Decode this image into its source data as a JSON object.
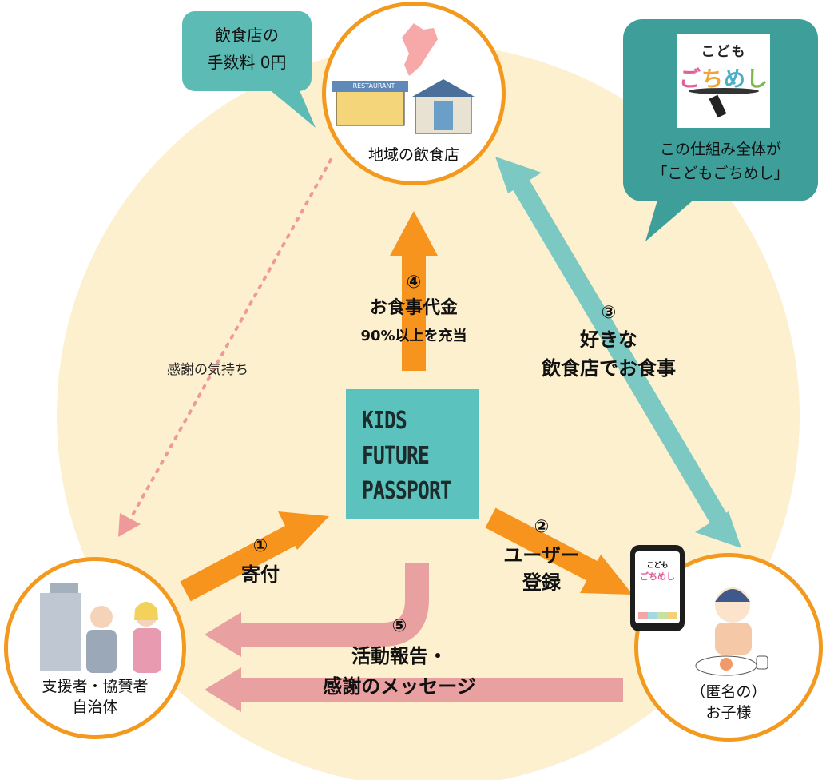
{
  "nodes": {
    "restaurant": {
      "label": "地域の飲食店",
      "sign": "RESTAURANT"
    },
    "supporter": {
      "line1": "支援者・協賛者",
      "line2": "自治体"
    },
    "child": {
      "line1": "（匿名の）",
      "line2": "お子様"
    }
  },
  "center": {
    "line1": "KIDS",
    "line2": "FUTURE",
    "line3": "PASSPORT"
  },
  "callouts": {
    "fee": {
      "line1": "飲食店の",
      "line2": "手数料 0円"
    },
    "system": {
      "line1": "この仕組み全体が",
      "line2": "「こどもごちめし」"
    }
  },
  "logo": {
    "line1": "こども",
    "line2": [
      "ご",
      "ち",
      "め",
      "し"
    ]
  },
  "phone_logo": {
    "line1": "こども",
    "line2": "ごちめし"
  },
  "steps": [
    {
      "num": "①",
      "lines": [
        "寄付"
      ]
    },
    {
      "num": "②",
      "lines": [
        "ユーザー",
        "登録"
      ]
    },
    {
      "num": "③",
      "lines": [
        "好きな",
        "飲食店でお食事"
      ]
    },
    {
      "num": "④",
      "lines": [
        "お食事代金",
        "90%以上を充当"
      ]
    },
    {
      "num": "⑤",
      "lines": [
        "活動報告・",
        "感謝のメッセージ"
      ]
    }
  ],
  "thanks_label": "感謝の気持ち",
  "colors": {
    "background_circle": "#fdf0cf",
    "node_border": "#f39a1e",
    "orange_arrow": "#f7941d",
    "teal_arrow": "#7cc8c2",
    "pink_arrow": "#e8a0a0",
    "callout": "#5cbcb5",
    "callout_dark": "#3d9e9a",
    "kfp_box": "#5cc2bd",
    "dotted_arrow": "#ef9a9a"
  }
}
